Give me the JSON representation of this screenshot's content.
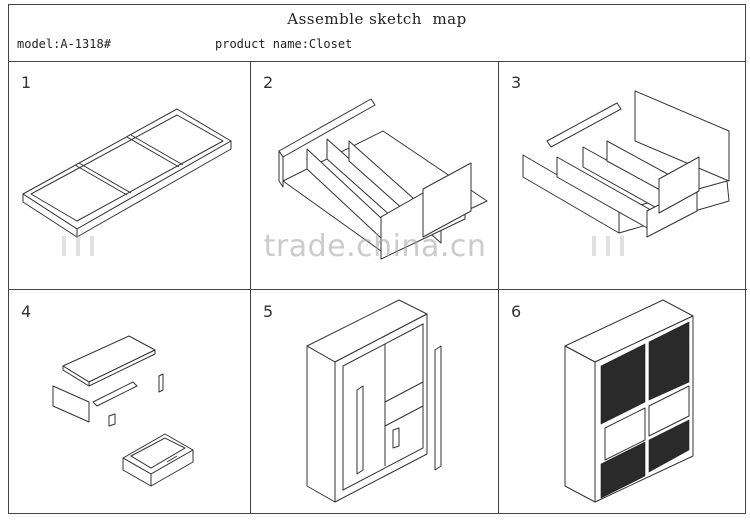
{
  "header": {
    "title": "Assemble sketch  map",
    "model_label": "model:A-1318#",
    "product_label": "product name:Closet"
  },
  "steps": [
    {
      "number": "1"
    },
    {
      "number": "2"
    },
    {
      "number": "3"
    },
    {
      "number": "4"
    },
    {
      "number": "5"
    },
    {
      "number": "6"
    }
  ],
  "watermark": "trade.china.cn"
}
